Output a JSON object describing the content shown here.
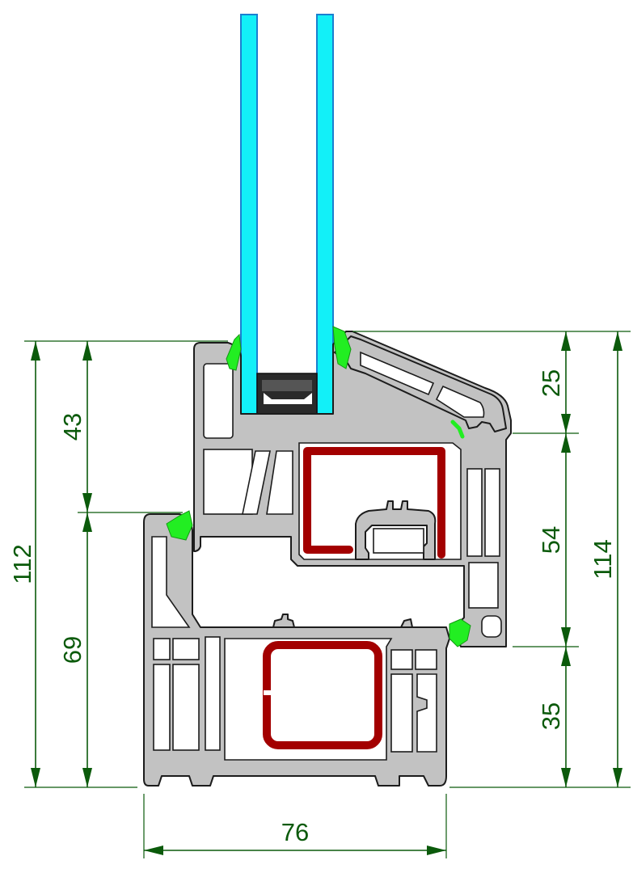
{
  "colors": {
    "background": "#ffffff",
    "profile_fill": "#c2c2c2",
    "profile_stroke": "#1c1c1c",
    "chamber_fill": "#ffffff",
    "glass_fill": "#12f0f8",
    "glass_stroke": "#1a7fd0",
    "spacer_fill": "#2a2a2a",
    "reinforcement": "#a30000",
    "gasket": "#22ee22",
    "dimension": "#0b5a0b"
  },
  "dimensions": {
    "left_outer": "112",
    "left_upper": "43",
    "left_lower": "69",
    "right_top": "25",
    "right_middle": "54",
    "right_bottom": "35",
    "right_outer": "114",
    "bottom_width": "76"
  }
}
